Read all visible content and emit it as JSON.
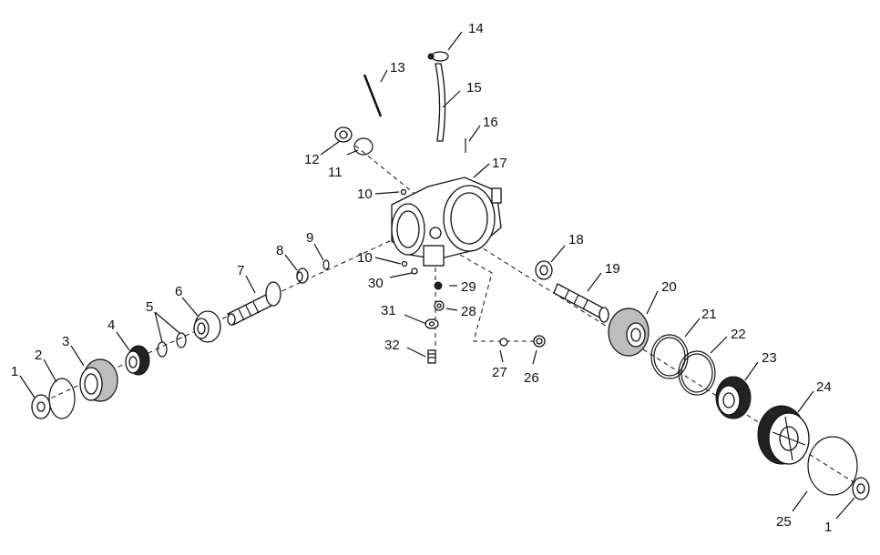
{
  "diagram": {
    "callouts": {
      "c1a": "1",
      "c2": "2",
      "c3": "3",
      "c4": "4",
      "c5": "5",
      "c6": "6",
      "c7": "7",
      "c8": "8",
      "c9": "9",
      "c10a": "10",
      "c10b": "10",
      "c11": "11",
      "c12": "12",
      "c13": "13",
      "c14": "14",
      "c15": "15",
      "c16": "16",
      "c17": "17",
      "c18": "18",
      "c19": "19",
      "c20": "20",
      "c21": "21",
      "c22": "22",
      "c23": "23",
      "c24": "24",
      "c25": "25",
      "c26": "26",
      "c27": "27",
      "c28": "28",
      "c29": "29",
      "c30": "30",
      "c31": "31",
      "c32": "32",
      "c1b": "1"
    }
  }
}
